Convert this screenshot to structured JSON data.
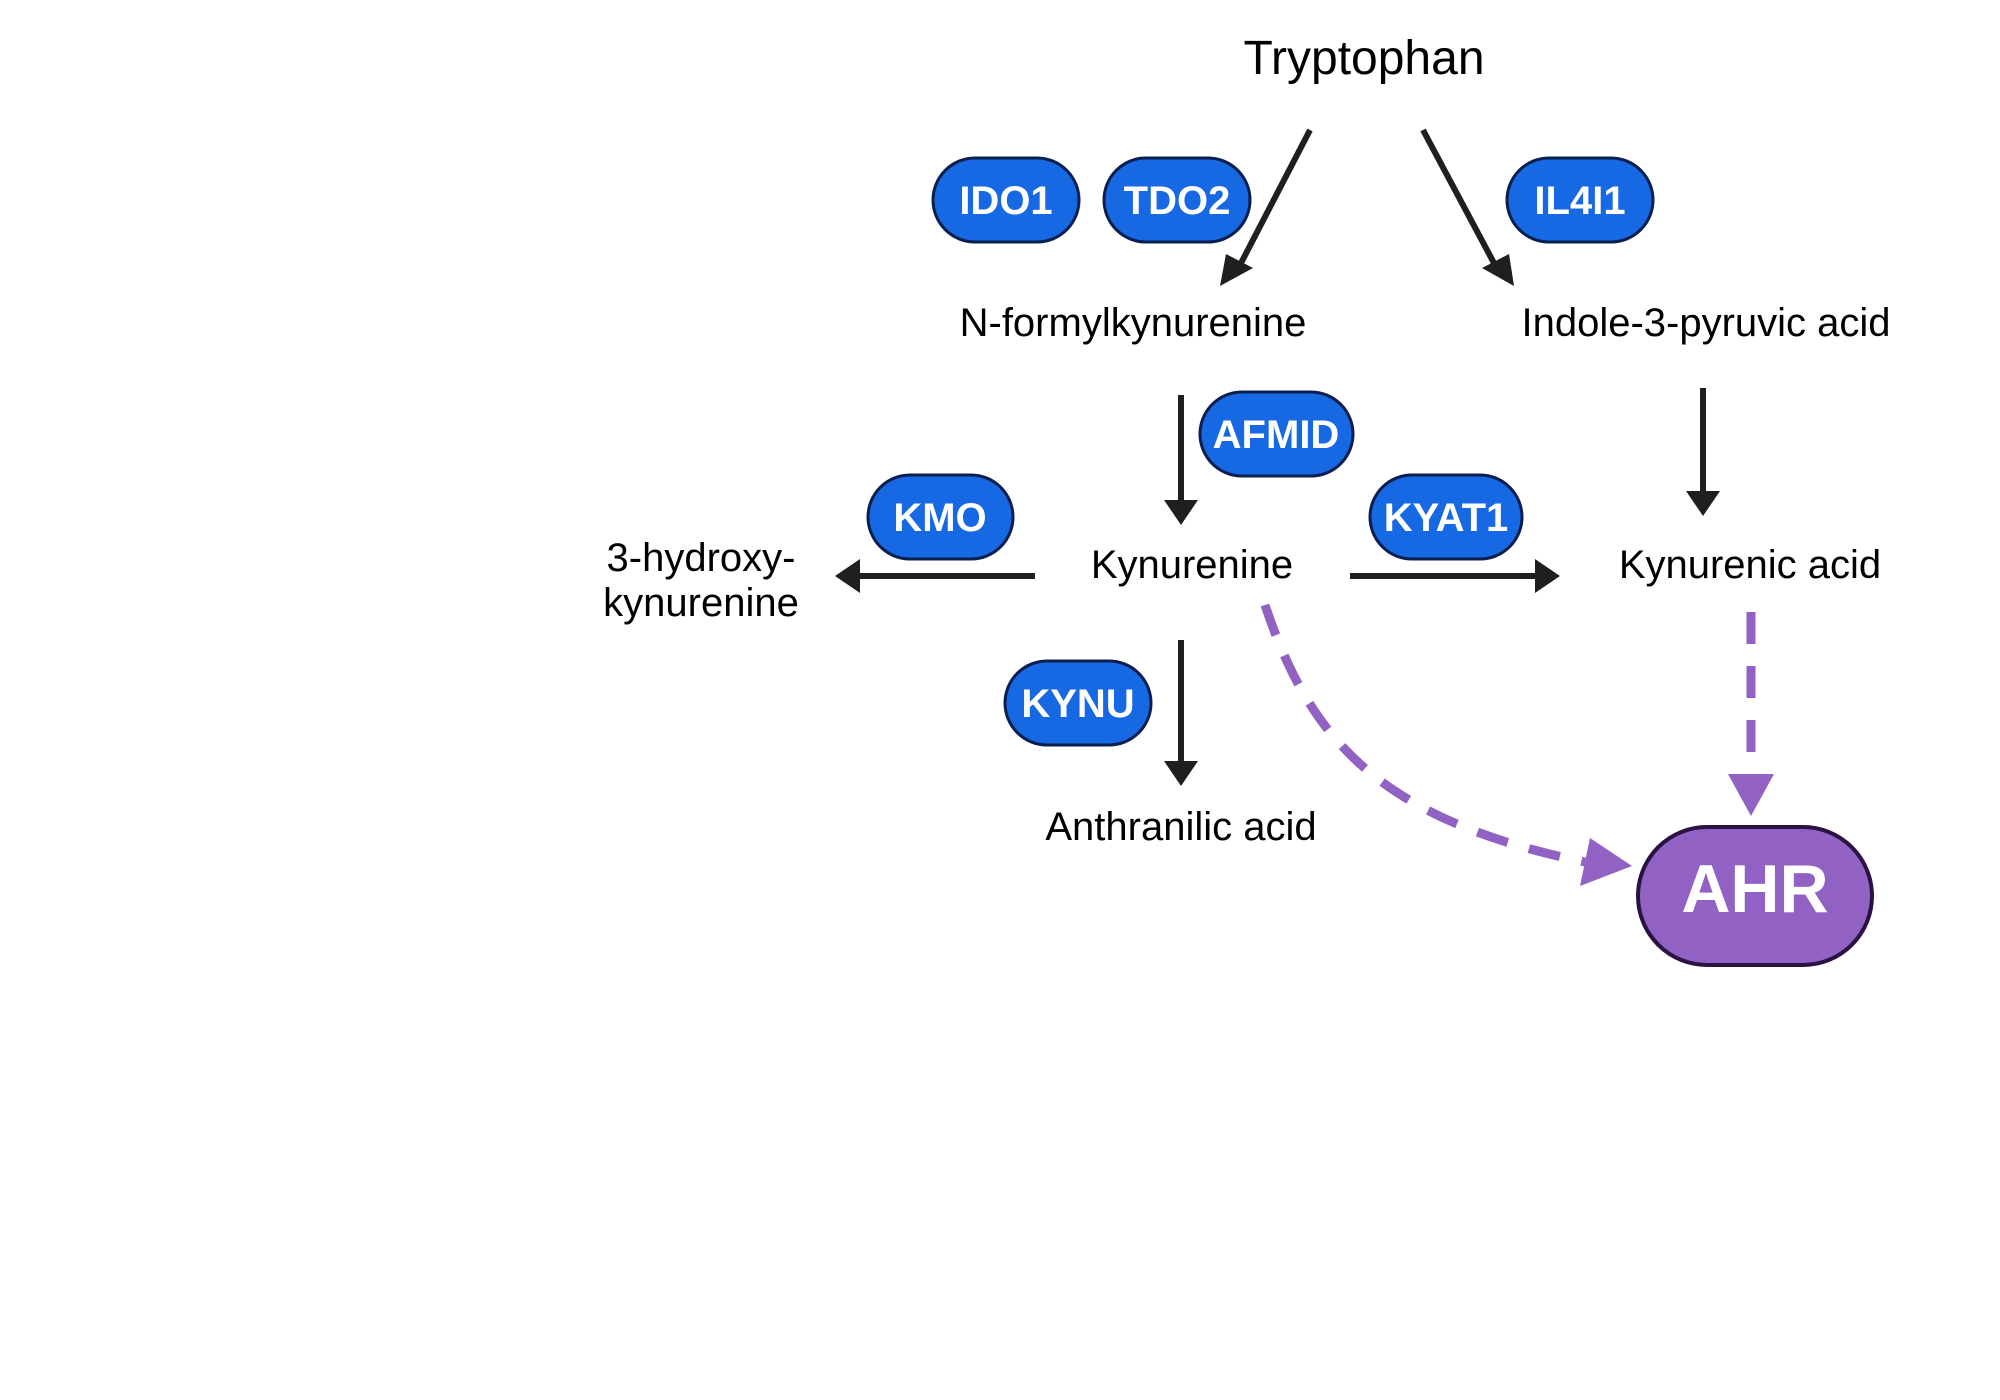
{
  "metabolites": {
    "tryptophan": "Tryptophan",
    "n_formylkynurenine": "N-formylkynurenine",
    "indole_3_pyruvic_acid": "Indole-3-pyruvic acid",
    "kynurenine": "Kynurenine",
    "hydroxykynurenine_line1": "3-hydroxy-",
    "hydroxykynurenine_line2": "kynurenine",
    "kynurenic_acid": "Kynurenic acid",
    "anthranilic_acid": "Anthranilic acid"
  },
  "enzymes": {
    "ido1": "IDO1",
    "tdo2": "TDO2",
    "il4i1": "IL4I1",
    "afmid": "AFMID",
    "kmo": "KMO",
    "kyat1": "KYAT1",
    "kynu": "KYNU"
  },
  "receptor": {
    "ahr": "AHR"
  },
  "colors": {
    "enzyme_fill": "#1668e3",
    "receptor_fill": "#9162c4",
    "arrow": "#1f1f1f",
    "ahr_ligand_arrow": "#9162c4"
  }
}
